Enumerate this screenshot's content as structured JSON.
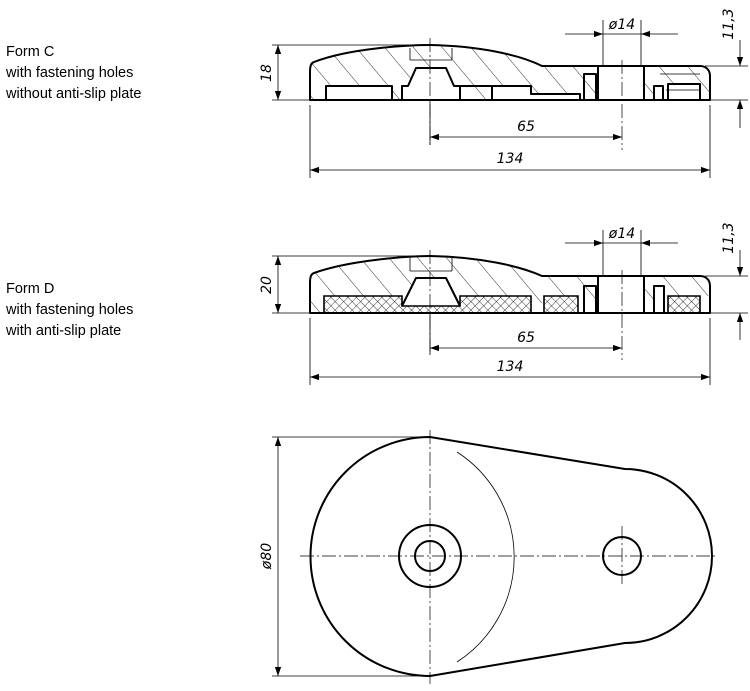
{
  "form_c": {
    "title": "Form C",
    "line1": "with fastening holes",
    "line2": "without anti-slip plate",
    "dim_height": "18",
    "dim_hole": "ø14",
    "dim_offset": "11,3",
    "dim_spacing": "65",
    "dim_length": "134"
  },
  "form_d": {
    "title": "Form D",
    "line1": "with fastening holes",
    "line2": "with anti-slip plate",
    "dim_height": "20",
    "dim_hole": "ø14",
    "dim_offset": "11,3",
    "dim_spacing": "65",
    "dim_length": "134"
  },
  "top_view": {
    "dim_diameter": "ø80"
  }
}
